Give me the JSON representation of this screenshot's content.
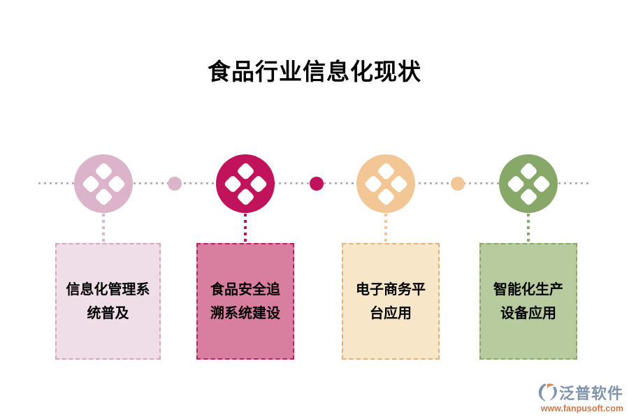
{
  "title": {
    "text": "食品行业信息化现状",
    "color": "#000000"
  },
  "timeline": {
    "line_color": "#b3b3b3",
    "icon": "four-diamonds-icon",
    "items": [
      {
        "label": "信息化管理系统普及",
        "lines": [
          "信息化管理系",
          "统普及"
        ],
        "circle_color": "#dcb4ca",
        "box_fill": "#efdde8",
        "box_border": "#d5a6c2"
      },
      {
        "label": "食品安全追溯系统建设",
        "lines": [
          "食品安全追",
          "溯系统建设"
        ],
        "circle_color": "#c0135b",
        "box_fill": "#d87f9f",
        "box_border": "#b42061"
      },
      {
        "label": "电子商务平台应用",
        "lines": [
          "电子商务平",
          "台应用"
        ],
        "circle_color": "#f3c795",
        "box_fill": "#f8e6c8",
        "box_border": "#e2b27c"
      },
      {
        "label": "智能化生产设备应用",
        "lines": [
          "智能化生产",
          "设备应用"
        ],
        "circle_color": "#88a869",
        "box_fill": "#b7cb9e",
        "box_border": "#88a963"
      }
    ],
    "between_dots": [
      "#dcb4ca",
      "#c0135b",
      "#f3c795"
    ]
  },
  "watermark": {
    "brand": "泛普软件",
    "url": "www.fanpusoft.com",
    "brand_color": "#8093aa",
    "url_color": "#cc7a45",
    "icon_blue": "#7e93ab",
    "icon_orange": "#d98a54"
  }
}
